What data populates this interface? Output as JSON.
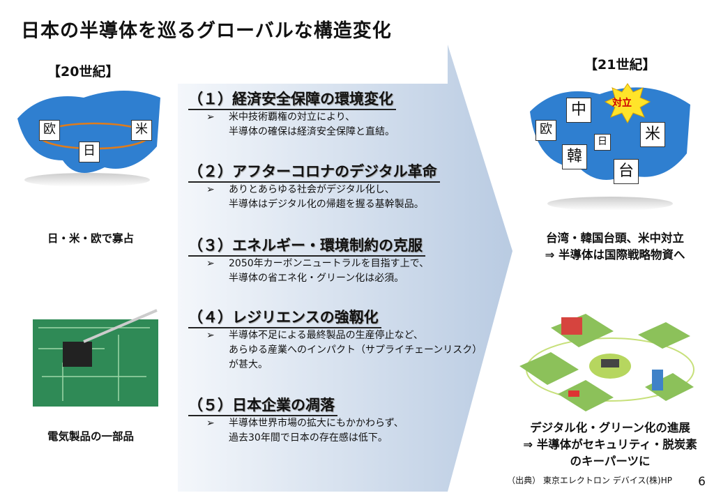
{
  "title": "日本の半導体を巡るグローバルな構造変化",
  "left": {
    "era": "【20世紀】",
    "map_labels": [
      "欧",
      "日",
      "米"
    ],
    "caption1": "日・米・欧で寡占",
    "caption2": "電気製品の一部品"
  },
  "center": {
    "items": [
      {
        "heading": "（１）経済安全保障の環境変化",
        "lines": [
          "米中技術覇権の対立により、",
          "半導体の確保は経済安全保障と直結。"
        ]
      },
      {
        "heading": "（２）アフターコロナのデジタル革命",
        "lines": [
          "ありとあらゆる社会がデジタル化し、",
          "半導体はデジタル化の帰趨を握る基幹製品。"
        ]
      },
      {
        "heading": "（３）エネルギー・環境制約の克服",
        "lines": [
          "2050年カーボンニュートラルを目指す上で、",
          "半導体の省エネ化・グリーン化は必須。"
        ]
      },
      {
        "heading": "（４）レジリエンスの強靱化",
        "lines": [
          "半導体不足による最終製品の生産停止など、",
          "あらゆる産業へのインパクト（サプライチェーンリスク）",
          "が甚大。"
        ]
      },
      {
        "heading": "（５）日本企業の凋落",
        "lines": [
          "半導体世界市場の拡大にもかかわらず、",
          "過去30年間で日本の存在感は低下。"
        ]
      }
    ],
    "bullet": "➢"
  },
  "right": {
    "era": "【21世紀】",
    "map_labels": [
      "中",
      "欧",
      "日",
      "米",
      "韓",
      "台"
    ],
    "burst": "対立",
    "caption1": [
      "台湾・韓国台頭、米中対立",
      "⇒ 半導体は国際戦略物資へ"
    ],
    "caption2": [
      "デジタル化・グリーン化の進展",
      "⇒ 半導体がセキュリティ・脱炭素",
      "のキーパーツに"
    ]
  },
  "footer": {
    "source": "（出典） 東京エレクトロン デバイス(株)HP",
    "page": "6"
  }
}
